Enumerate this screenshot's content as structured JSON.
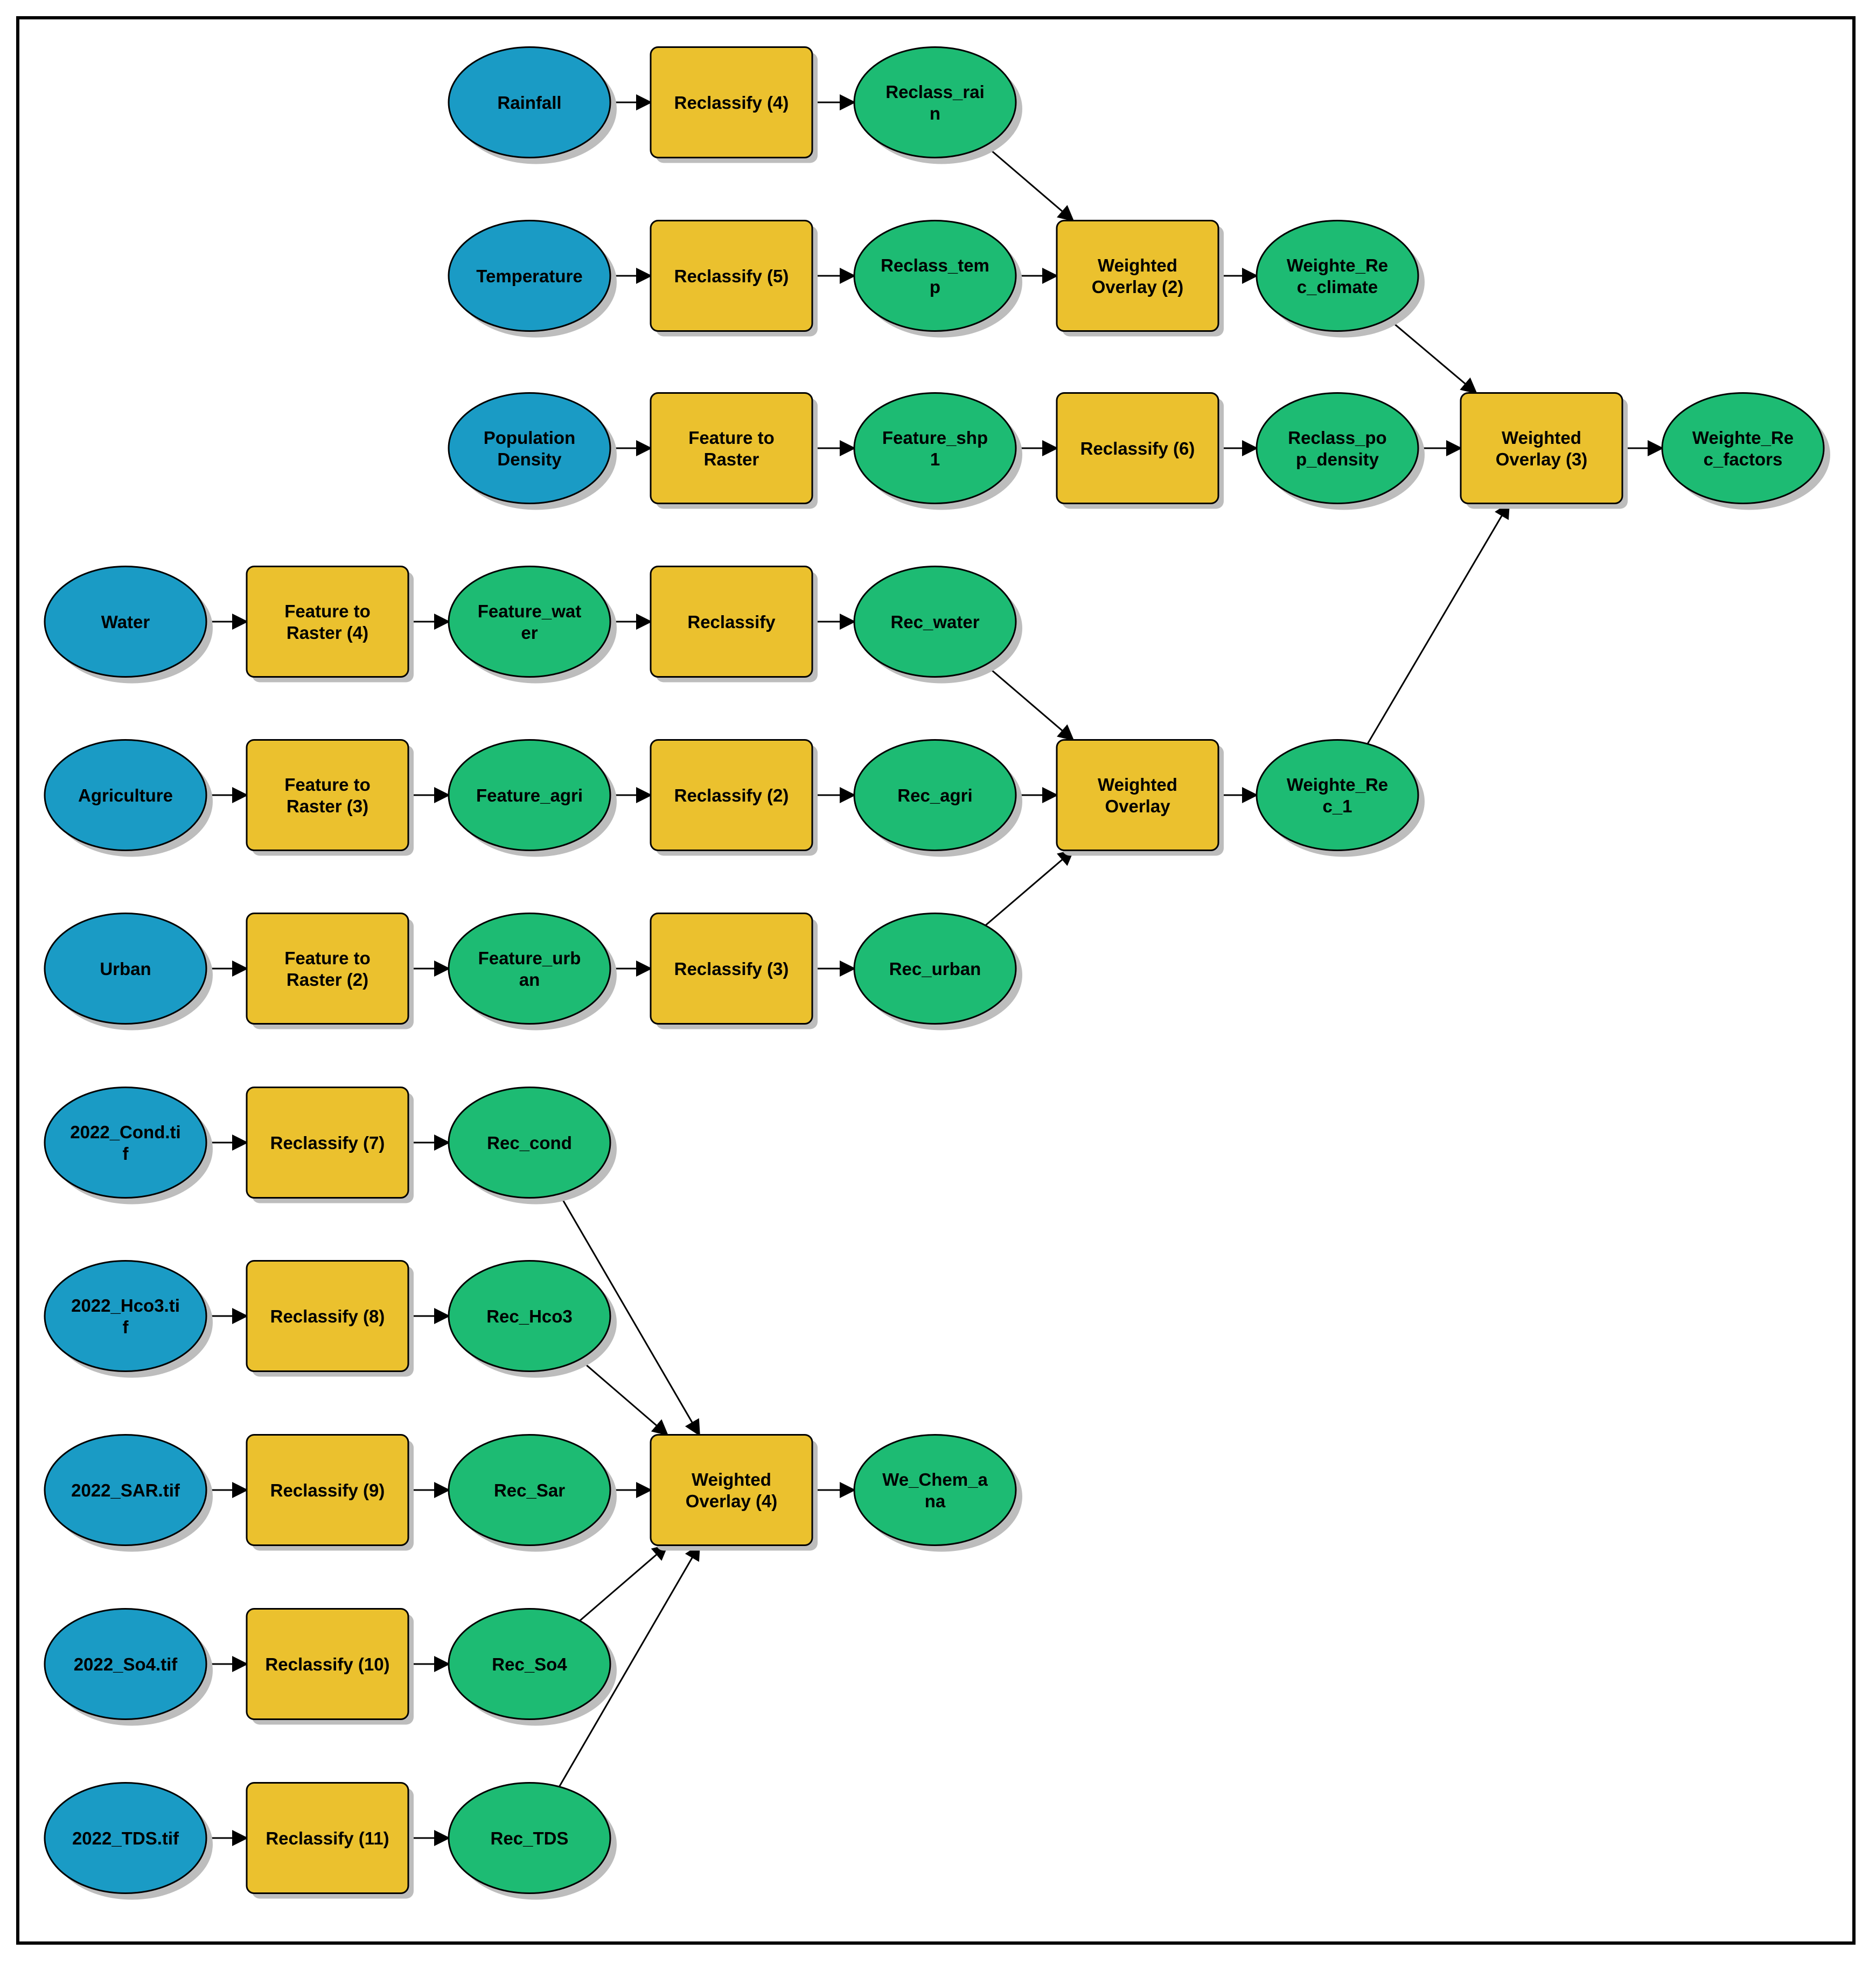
{
  "colors": {
    "input": "#1a9bc5",
    "tool": "#ebc12e",
    "output": "#1dbb73",
    "shadow": "#bdbdbd",
    "connector": "#000000"
  },
  "nodes": {
    "rainfall": {
      "kind": "input",
      "lines": [
        "Rainfall"
      ]
    },
    "reclassify_4": {
      "kind": "tool",
      "lines": [
        "Reclassify (4)"
      ]
    },
    "reclass_rain": {
      "kind": "output",
      "lines": [
        "Reclass_rai",
        "n"
      ]
    },
    "temperature": {
      "kind": "input",
      "lines": [
        "Temperature"
      ]
    },
    "reclassify_5": {
      "kind": "tool",
      "lines": [
        "Reclassify (5)"
      ]
    },
    "reclass_temp": {
      "kind": "output",
      "lines": [
        "Reclass_tem",
        "p"
      ]
    },
    "weighted_overlay_2": {
      "kind": "tool",
      "lines": [
        "Weighted",
        "Overlay (2)"
      ]
    },
    "weighte_rec_climate": {
      "kind": "output",
      "lines": [
        "Weighte_Re",
        "c_climate"
      ]
    },
    "population_density": {
      "kind": "input",
      "lines": [
        "Population",
        "Density"
      ]
    },
    "feature_to_raster": {
      "kind": "tool",
      "lines": [
        "Feature to",
        "Raster"
      ]
    },
    "feature_shp1": {
      "kind": "output",
      "lines": [
        "Feature_shp",
        "1"
      ]
    },
    "reclassify_6": {
      "kind": "tool",
      "lines": [
        "Reclassify (6)"
      ]
    },
    "reclass_pop_density": {
      "kind": "output",
      "lines": [
        "Reclass_po",
        "p_density"
      ]
    },
    "weighted_overlay_3": {
      "kind": "tool",
      "lines": [
        "Weighted",
        "Overlay (3)"
      ]
    },
    "weighte_rec_factors": {
      "kind": "output",
      "lines": [
        "Weighte_Re",
        "c_factors"
      ]
    },
    "water": {
      "kind": "input",
      "lines": [
        "Water"
      ]
    },
    "feature_to_raster_4": {
      "kind": "tool",
      "lines": [
        "Feature to",
        "Raster (4)"
      ]
    },
    "feature_water": {
      "kind": "output",
      "lines": [
        "Feature_wat",
        "er"
      ]
    },
    "reclassify": {
      "kind": "tool",
      "lines": [
        "Reclassify"
      ]
    },
    "rec_water": {
      "kind": "output",
      "lines": [
        "Rec_water"
      ]
    },
    "agriculture": {
      "kind": "input",
      "lines": [
        "Agriculture"
      ]
    },
    "feature_to_raster_3": {
      "kind": "tool",
      "lines": [
        "Feature to",
        "Raster (3)"
      ]
    },
    "feature_agri": {
      "kind": "output",
      "lines": [
        "Feature_agri"
      ]
    },
    "reclassify_2": {
      "kind": "tool",
      "lines": [
        "Reclassify (2)"
      ]
    },
    "rec_agri": {
      "kind": "output",
      "lines": [
        "Rec_agri"
      ]
    },
    "weighted_overlay": {
      "kind": "tool",
      "lines": [
        "Weighted",
        "Overlay"
      ]
    },
    "weighte_rec_1": {
      "kind": "output",
      "lines": [
        "Weighte_Re",
        "c_1"
      ]
    },
    "urban": {
      "kind": "input",
      "lines": [
        "Urban"
      ]
    },
    "feature_to_raster_2": {
      "kind": "tool",
      "lines": [
        "Feature to",
        "Raster (2)"
      ]
    },
    "feature_urban": {
      "kind": "output",
      "lines": [
        "Feature_urb",
        "an"
      ]
    },
    "reclassify_3": {
      "kind": "tool",
      "lines": [
        "Reclassify (3)"
      ]
    },
    "rec_urban": {
      "kind": "output",
      "lines": [
        "Rec_urban"
      ]
    },
    "cond_tif": {
      "kind": "input",
      "lines": [
        "2022_Cond.ti",
        "f"
      ]
    },
    "reclassify_7": {
      "kind": "tool",
      "lines": [
        "Reclassify (7)"
      ]
    },
    "rec_cond": {
      "kind": "output",
      "lines": [
        "Rec_cond"
      ]
    },
    "hco3_tif": {
      "kind": "input",
      "lines": [
        "2022_Hco3.ti",
        "f"
      ]
    },
    "reclassify_8": {
      "kind": "tool",
      "lines": [
        "Reclassify (8)"
      ]
    },
    "rec_hco3": {
      "kind": "output",
      "lines": [
        "Rec_Hco3"
      ]
    },
    "sar_tif": {
      "kind": "input",
      "lines": [
        "2022_SAR.tif"
      ]
    },
    "reclassify_9": {
      "kind": "tool",
      "lines": [
        "Reclassify (9)"
      ]
    },
    "rec_sar": {
      "kind": "output",
      "lines": [
        "Rec_Sar"
      ]
    },
    "weighted_overlay_4": {
      "kind": "tool",
      "lines": [
        "Weighted",
        "Overlay (4)"
      ]
    },
    "we_chem_ana": {
      "kind": "output",
      "lines": [
        "We_Chem_a",
        "na"
      ]
    },
    "so4_tif": {
      "kind": "input",
      "lines": [
        "2022_So4.tif"
      ]
    },
    "reclassify_10": {
      "kind": "tool",
      "lines": [
        "Reclassify (10)"
      ]
    },
    "rec_so4": {
      "kind": "output",
      "lines": [
        "Rec_So4"
      ]
    },
    "tds_tif": {
      "kind": "input",
      "lines": [
        "2022_TDS.tif"
      ]
    },
    "reclassify_11": {
      "kind": "tool",
      "lines": [
        "Reclassify (11)"
      ]
    },
    "rec_tds": {
      "kind": "output",
      "lines": [
        "Rec_TDS"
      ]
    }
  },
  "edges": [
    [
      "rainfall",
      "reclassify_4"
    ],
    [
      "reclassify_4",
      "reclass_rain"
    ],
    [
      "reclass_rain",
      "weighted_overlay_2"
    ],
    [
      "temperature",
      "reclassify_5"
    ],
    [
      "reclassify_5",
      "reclass_temp"
    ],
    [
      "reclass_temp",
      "weighted_overlay_2"
    ],
    [
      "weighted_overlay_2",
      "weighte_rec_climate"
    ],
    [
      "weighte_rec_climate",
      "weighted_overlay_3"
    ],
    [
      "population_density",
      "feature_to_raster"
    ],
    [
      "feature_to_raster",
      "feature_shp1"
    ],
    [
      "feature_shp1",
      "reclassify_6"
    ],
    [
      "reclassify_6",
      "reclass_pop_density"
    ],
    [
      "reclass_pop_density",
      "weighted_overlay_3"
    ],
    [
      "weighted_overlay_3",
      "weighte_rec_factors"
    ],
    [
      "water",
      "feature_to_raster_4"
    ],
    [
      "feature_to_raster_4",
      "feature_water"
    ],
    [
      "feature_water",
      "reclassify"
    ],
    [
      "reclassify",
      "rec_water"
    ],
    [
      "rec_water",
      "weighted_overlay"
    ],
    [
      "agriculture",
      "feature_to_raster_3"
    ],
    [
      "feature_to_raster_3",
      "feature_agri"
    ],
    [
      "feature_agri",
      "reclassify_2"
    ],
    [
      "reclassify_2",
      "rec_agri"
    ],
    [
      "rec_agri",
      "weighted_overlay"
    ],
    [
      "urban",
      "feature_to_raster_2"
    ],
    [
      "feature_to_raster_2",
      "feature_urban"
    ],
    [
      "feature_urban",
      "reclassify_3"
    ],
    [
      "reclassify_3",
      "rec_urban"
    ],
    [
      "rec_urban",
      "weighted_overlay"
    ],
    [
      "weighted_overlay",
      "weighte_rec_1"
    ],
    [
      "weighte_rec_1",
      "weighted_overlay_3"
    ],
    [
      "cond_tif",
      "reclassify_7"
    ],
    [
      "reclassify_7",
      "rec_cond"
    ],
    [
      "rec_cond",
      "weighted_overlay_4"
    ],
    [
      "hco3_tif",
      "reclassify_8"
    ],
    [
      "reclassify_8",
      "rec_hco3"
    ],
    [
      "rec_hco3",
      "weighted_overlay_4"
    ],
    [
      "sar_tif",
      "reclassify_9"
    ],
    [
      "reclassify_9",
      "rec_sar"
    ],
    [
      "rec_sar",
      "weighted_overlay_4"
    ],
    [
      "so4_tif",
      "reclassify_10"
    ],
    [
      "reclassify_10",
      "rec_so4"
    ],
    [
      "rec_so4",
      "weighted_overlay_4"
    ],
    [
      "tds_tif",
      "reclassify_11"
    ],
    [
      "reclassify_11",
      "rec_tds"
    ],
    [
      "rec_tds",
      "weighted_overlay_4"
    ],
    [
      "weighted_overlay_4",
      "we_chem_ana"
    ]
  ]
}
